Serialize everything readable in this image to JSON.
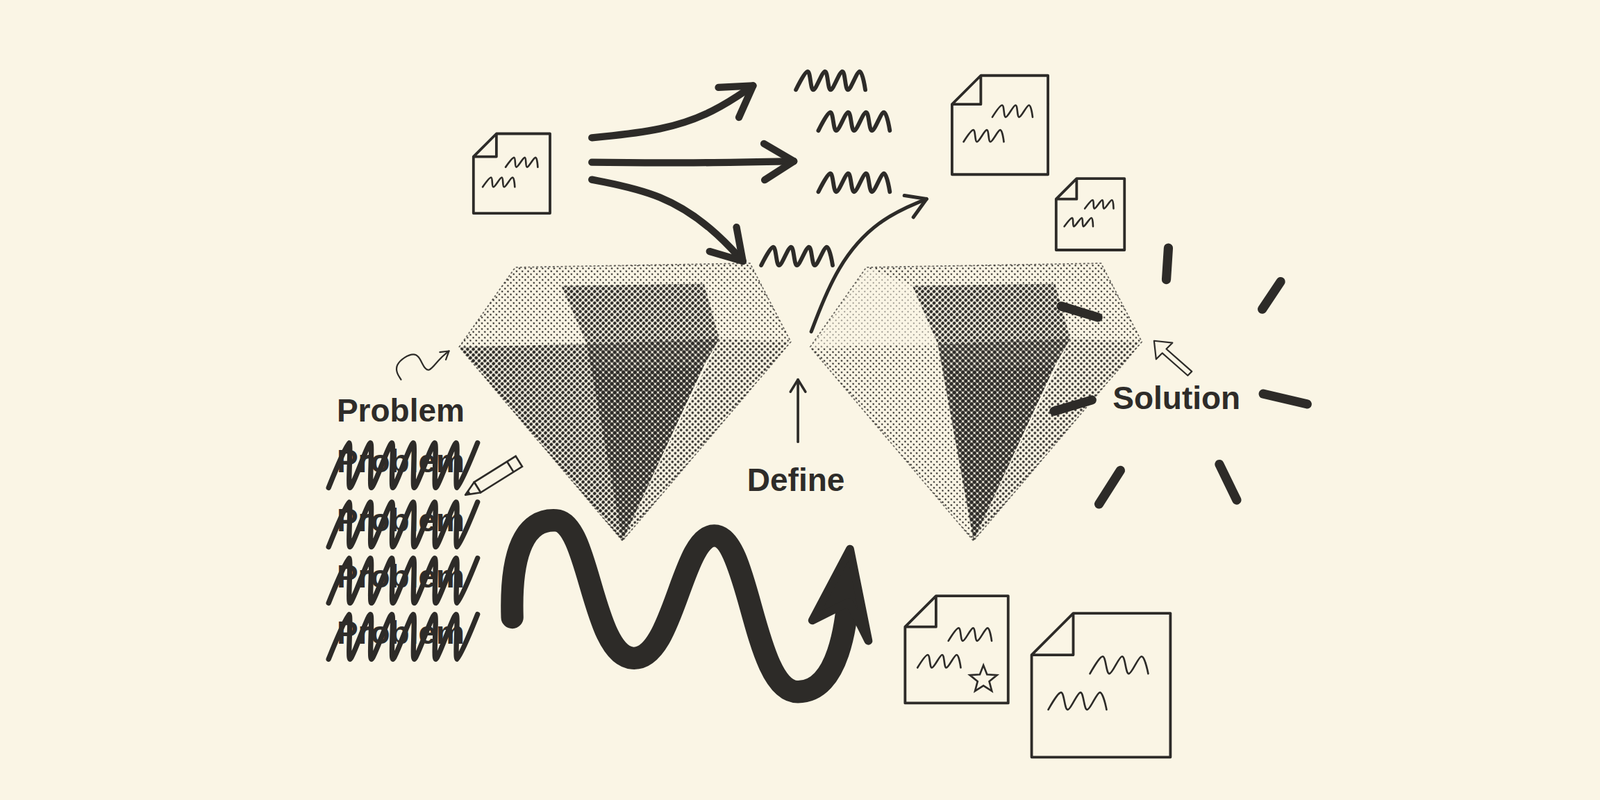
{
  "diagram": {
    "labels": [
      "Problem",
      "Problem",
      "Problem",
      "Problem",
      "Problem",
      "Define",
      "Solution"
    ]
  }
}
